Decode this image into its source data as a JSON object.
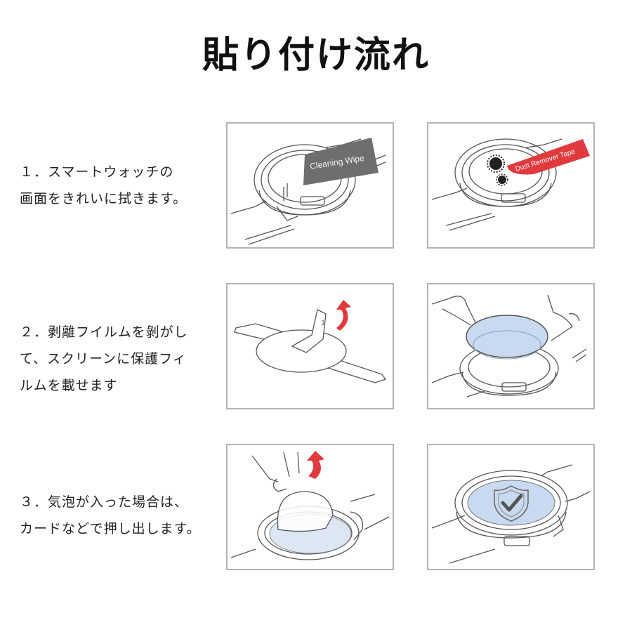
{
  "title": "貼り付け流れ",
  "steps": [
    {
      "lines": [
        "１．スマートウォッチの",
        "画面をきれいに拭きます。"
      ],
      "images": [
        {
          "caption": "Cleaning Wipe",
          "icon": "cleaning-wipe-illustration"
        },
        {
          "caption": "Dust Remover Tape",
          "icon": "dust-remover-tape-illustration"
        }
      ]
    },
    {
      "lines": [
        "２．剥離フイルムを剝がし",
        "て、スクリーンに保護フィ",
        "ルムを載せます"
      ],
      "images": [
        {
          "caption": "1",
          "icon": "peel-film-illustration"
        },
        {
          "caption": "",
          "icon": "place-film-illustration"
        }
      ]
    },
    {
      "lines": [
        "３．気泡が入った場合は、",
        "カードなどで押し出します。"
      ],
      "images": [
        {
          "caption": "",
          "icon": "remove-bubbles-illustration"
        },
        {
          "caption": "",
          "icon": "protected-screen-illustration"
        }
      ]
    }
  ],
  "colors": {
    "accent_red": "#e0393e",
    "film_blue": "#c9daf0",
    "wipe_gray": "#6e6e6e",
    "panel_border": "#b3b3b3"
  }
}
